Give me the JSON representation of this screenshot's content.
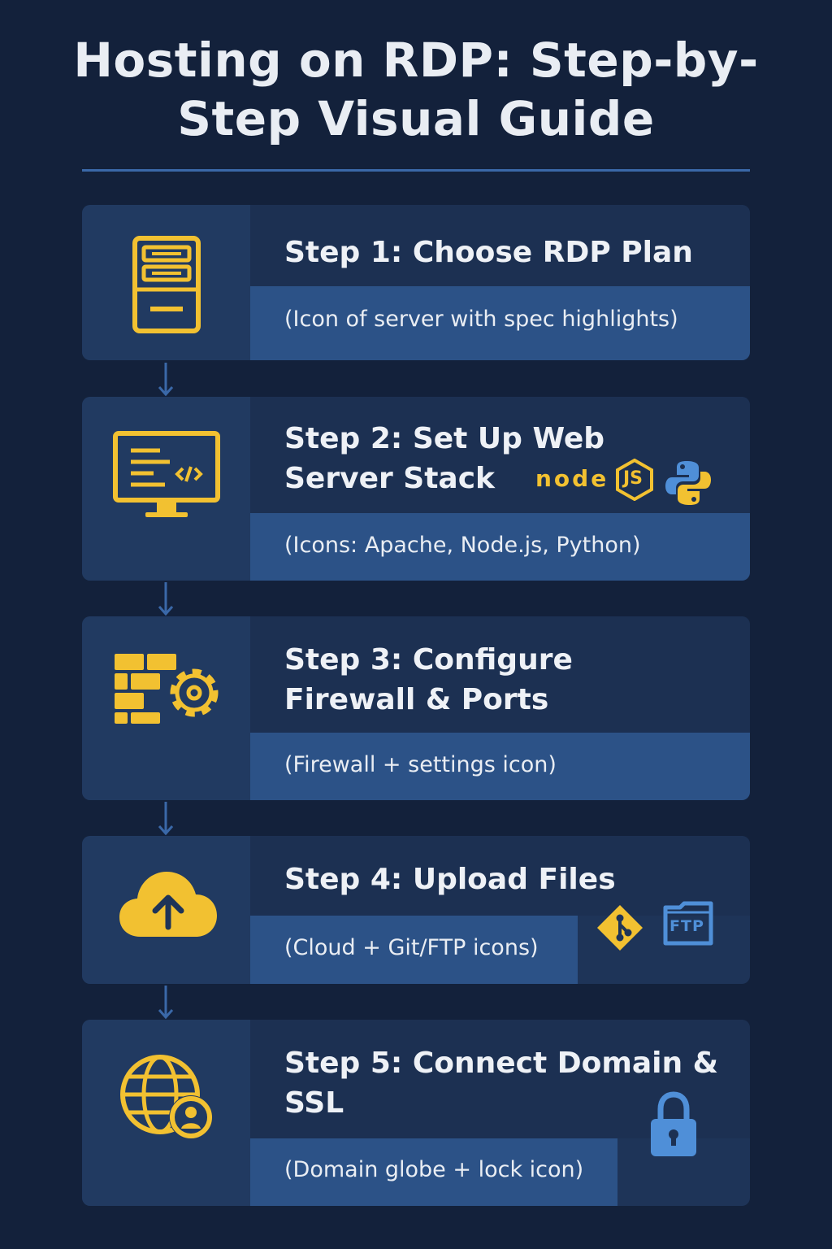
{
  "title": "Hosting on RDP: Step-by-Step Visual Guide",
  "colors": {
    "background": "#13213b",
    "card": "#1e3458",
    "description_band": "#2c5287",
    "icon_accent": "#f2c131",
    "secondary_icon_blue": "#4f8fd8",
    "rule": "#3a68a8"
  },
  "steps": [
    {
      "heading": "Step 1: Choose RDP Plan",
      "description": "(Icon of server with spec highlights)",
      "icon": "server-icon"
    },
    {
      "heading": "Step 2: Set Up Web Server Stack",
      "description": "(Icons: Apache, Node.js, Python)",
      "icon": "monitor-code-icon",
      "extra_icons": [
        "nodejs-logo",
        "python-logo"
      ],
      "nodejs_text": "node",
      "js_text": "JS"
    },
    {
      "heading": "Step 3: Configure Firewall & Ports",
      "description": "(Firewall + settings icon)",
      "icon": "firewall-gear-icon"
    },
    {
      "heading": "Step 4: Upload Files",
      "description": "(Cloud + Git/FTP icons)",
      "icon": "cloud-upload-icon",
      "extra_icons": [
        "git-icon",
        "ftp-folder-icon"
      ],
      "ftp_text": "FTP"
    },
    {
      "heading": "Step 5: Connect Domain & SSL",
      "description": "(Domain globe + lock icon)",
      "icon": "globe-user-icon",
      "extra_icons": [
        "lock-icon"
      ]
    }
  ]
}
